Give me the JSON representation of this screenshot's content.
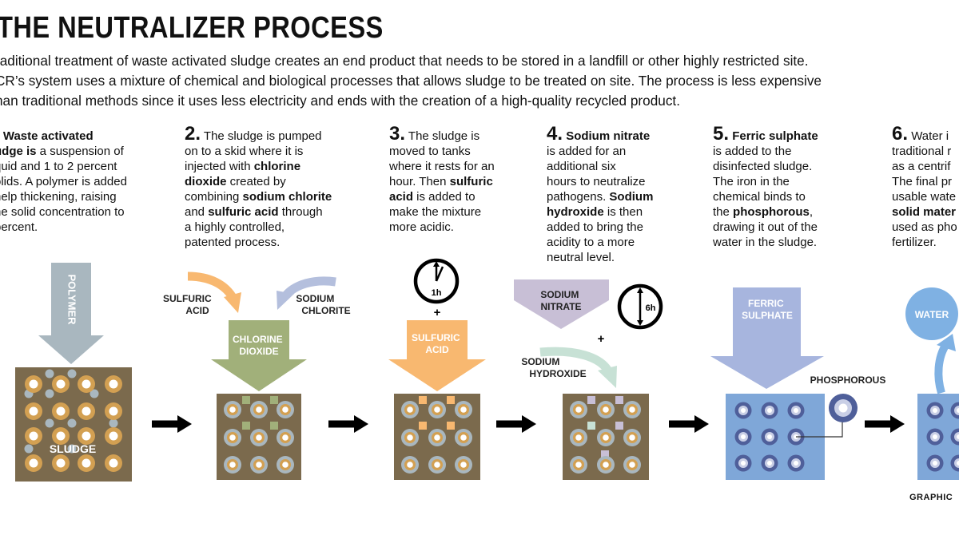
{
  "title": "THE NEUTRALIZER PROCESS",
  "intro": [
    "raditional treatment of waste activated sludge creates an end product that needs to be stored in a landfill or other highly restricted site.",
    "CR’s system uses a mixture of chemical and biological processes that allows sludge to be treated on site. The process is less expensive",
    "han traditional methods since it uses less electricity and ends with the creation of a high-quality recycled product."
  ],
  "steps": [
    {
      "number": ".",
      "lines": [
        [
          {
            "t": "Waste activated",
            "b": true
          }
        ],
        [
          {
            "t": "udge is",
            "b": true
          },
          {
            "t": " a suspension of",
            "b": false
          }
        ],
        [
          {
            "t": "quid and 1 to 2 percent",
            "b": false
          }
        ],
        [
          {
            "t": "olids. A polymer is added",
            "b": false
          }
        ],
        [
          {
            "t": " help thickening, raising",
            "b": false
          }
        ],
        [
          {
            "t": "he solid concentration to",
            "b": false
          }
        ],
        [
          {
            "t": " percent.",
            "b": false
          }
        ]
      ]
    },
    {
      "number": "2.",
      "lines": [
        [
          {
            "t": "The sludge is pumped",
            "b": false
          }
        ],
        [
          {
            "t": "on to a skid where it is",
            "b": false
          }
        ],
        [
          {
            "t": "injected with ",
            "b": false
          },
          {
            "t": "chlorine",
            "b": true
          }
        ],
        [
          {
            "t": "dioxide",
            "b": true
          },
          {
            "t": " created by",
            "b": false
          }
        ],
        [
          {
            "t": "combining ",
            "b": false
          },
          {
            "t": "sodium chlorite",
            "b": true
          }
        ],
        [
          {
            "t": "and ",
            "b": false
          },
          {
            "t": "sulfuric acid",
            "b": true
          },
          {
            "t": " through",
            "b": false
          }
        ],
        [
          {
            "t": "a highly controlled,",
            "b": false
          }
        ],
        [
          {
            "t": "patented process.",
            "b": false
          }
        ]
      ]
    },
    {
      "number": "3.",
      "lines": [
        [
          {
            "t": "The sludge is",
            "b": false
          }
        ],
        [
          {
            "t": "moved to tanks",
            "b": false
          }
        ],
        [
          {
            "t": "where it rests for an",
            "b": false
          }
        ],
        [
          {
            "t": "hour. Then ",
            "b": false
          },
          {
            "t": "sulfuric",
            "b": true
          }
        ],
        [
          {
            "t": "acid",
            "b": true
          },
          {
            "t": " is added to",
            "b": false
          }
        ],
        [
          {
            "t": "make the mixture",
            "b": false
          }
        ],
        [
          {
            "t": "more acidic.",
            "b": false
          }
        ]
      ]
    },
    {
      "number": "4.",
      "lines": [
        [
          {
            "t": "Sodium nitrate",
            "b": true
          }
        ],
        [
          {
            "t": "is added for an",
            "b": false
          }
        ],
        [
          {
            "t": "additional six",
            "b": false
          }
        ],
        [
          {
            "t": "hours to neutralize",
            "b": false
          }
        ],
        [
          {
            "t": "pathogens. ",
            "b": false
          },
          {
            "t": "Sodium",
            "b": true
          }
        ],
        [
          {
            "t": "hydroxide",
            "b": true
          },
          {
            "t": " is then",
            "b": false
          }
        ],
        [
          {
            "t": "added to bring the",
            "b": false
          }
        ],
        [
          {
            "t": "acidity to a more",
            "b": false
          }
        ],
        [
          {
            "t": "neutral level.",
            "b": false
          }
        ]
      ]
    },
    {
      "number": "5.",
      "lines": [
        [
          {
            "t": "Ferric sulphate",
            "b": true
          }
        ],
        [
          {
            "t": "is added to the",
            "b": false
          }
        ],
        [
          {
            "t": "disinfected sludge.",
            "b": false
          }
        ],
        [
          {
            "t": "The iron in the",
            "b": false
          }
        ],
        [
          {
            "t": "chemical binds to",
            "b": false
          }
        ],
        [
          {
            "t": "the ",
            "b": false
          },
          {
            "t": "phosphorous",
            "b": true
          },
          {
            "t": ",",
            "b": false
          }
        ],
        [
          {
            "t": "drawing it out of the",
            "b": false
          }
        ],
        [
          {
            "t": "water in the sludge.",
            "b": false
          }
        ]
      ]
    },
    {
      "number": "6.",
      "lines": [
        [
          {
            "t": "Water i",
            "b": false
          }
        ],
        [
          {
            "t": "traditional r",
            "b": false
          }
        ],
        [
          {
            "t": "as a centrif",
            "b": false
          }
        ],
        [
          {
            "t": "The final pr",
            "b": false
          }
        ],
        [
          {
            "t": "usable wate",
            "b": false
          }
        ],
        [
          {
            "t": "solid mater",
            "b": true
          }
        ],
        [
          {
            "t": "used as pho",
            "b": false
          }
        ],
        [
          {
            "t": "fertilizer.",
            "b": false
          }
        ]
      ]
    }
  ],
  "labels": {
    "polymer": "POLYMER",
    "sludge": "SLUDGE",
    "sulfuric_acid_1": "SULFURIC",
    "sulfuric_acid_2": "ACID",
    "sodium_chlorite_1": "SODIUM",
    "sodium_chlorite_2": "CHLORITE",
    "chlorine_dioxide_1": "CHLORINE",
    "chlorine_dioxide_2": "DIOXIDE",
    "timer_1h": "1h",
    "plus": "+",
    "sulfuric_arrow_1": "SULFURIC",
    "sulfuric_arrow_2": "ACID",
    "sodium_nitrate_1": "SODIUM",
    "sodium_nitrate_2": "NITRATE",
    "timer_6h": "6h",
    "sodium_hydroxide_1": "SODIUM",
    "sodium_hydroxide_2": "HYDROXIDE",
    "ferric_sulphate_1": "FERRIC",
    "ferric_sulphate_2": "SULPHATE",
    "phosphorous": "PHOSPHOROUS",
    "water": "WATER"
  },
  "credit": "GRAPHIC",
  "colors": {
    "sludge_brown": "#7b6a4d",
    "ring_orange": "#d3a052",
    "polymer_gray": "#a9b7bf",
    "sulfuric_orange": "#f8b870",
    "sodium_chlorite_blue": "#b4bfdd",
    "chlorine_green": "#a1b07a",
    "sodium_nitrate_purple": "#c8bfd6",
    "sodium_hydroxide_mint": "#c7e1d5",
    "ferric_blue": "#a7b5de",
    "treated_blue": "#7fa7d8",
    "water_blue": "#7fb1e3"
  }
}
